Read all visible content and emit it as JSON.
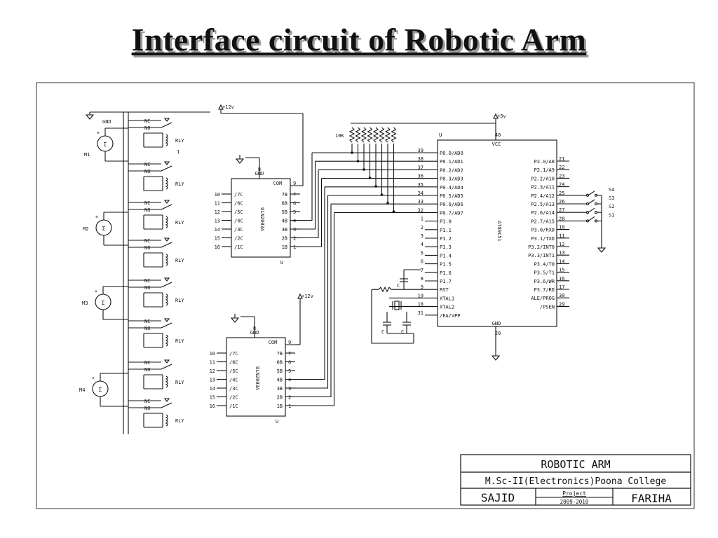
{
  "title": "Interface circuit of Robotic Arm",
  "motors": [
    "M1",
    "M2",
    "M3",
    "M4"
  ],
  "relay": {
    "label": "RLY",
    "nc": "NC",
    "no": "NO",
    "one": "1"
  },
  "gnd": "GND",
  "supplies": {
    "v12": "+12v",
    "v5": "+5v"
  },
  "resistor_pack": "10K",
  "uln": {
    "name": "ULN2003A",
    "gnd": "GND",
    "gnd_pin": "8",
    "com": "COM",
    "com_pin": "9",
    "ref": "U",
    "inputs": [
      {
        "num": "10",
        "name": "/7C"
      },
      {
        "num": "11",
        "name": "/6C"
      },
      {
        "num": "12",
        "name": "/5C"
      },
      {
        "num": "13",
        "name": "/4C"
      },
      {
        "num": "14",
        "name": "/3C"
      },
      {
        "num": "15",
        "name": "/2C"
      },
      {
        "num": "16",
        "name": "/1C"
      }
    ],
    "outputs": [
      {
        "name": "7B",
        "num": "7"
      },
      {
        "name": "6B",
        "num": "6"
      },
      {
        "name": "5B",
        "num": "5"
      },
      {
        "name": "4B",
        "num": "4"
      },
      {
        "name": "3B",
        "num": "3"
      },
      {
        "name": "2B",
        "num": "2"
      },
      {
        "name": "1B",
        "num": "1"
      }
    ]
  },
  "mcu": {
    "name": "AT89C51",
    "ref": "U",
    "vcc": "VCC",
    "vcc_pin": "40",
    "gnd": "GND",
    "gnd_pin": "20",
    "left": [
      {
        "num": "39",
        "name": "P0.0/AD0"
      },
      {
        "num": "38",
        "name": "P0.1/AD1"
      },
      {
        "num": "37",
        "name": "P0.2/AD2"
      },
      {
        "num": "36",
        "name": "P0.3/AD3"
      },
      {
        "num": "35",
        "name": "P0.4/AD4"
      },
      {
        "num": "34",
        "name": "P0.5/AD5"
      },
      {
        "num": "33",
        "name": "P0.6/AD6"
      },
      {
        "num": "32",
        "name": "P0.7/AD7"
      },
      {
        "num": "1",
        "name": "P1.0"
      },
      {
        "num": "2",
        "name": "P1.1"
      },
      {
        "num": "3",
        "name": "P1.2"
      },
      {
        "num": "4",
        "name": "P1.3"
      },
      {
        "num": "5",
        "name": "P1.4"
      },
      {
        "num": "6",
        "name": "P1.5"
      },
      {
        "num": "7",
        "name": "P1.6"
      },
      {
        "num": "8",
        "name": "P1.7"
      },
      {
        "num": "9",
        "name": "RST"
      },
      {
        "num": "19",
        "name": "XTAL1"
      },
      {
        "num": "18",
        "name": "XTAL2"
      },
      {
        "num": "31",
        "name": "/EA/VPP"
      }
    ],
    "right": [
      {
        "name": "P2.0/A8",
        "num": "21"
      },
      {
        "name": "P2.1/A9",
        "num": "22"
      },
      {
        "name": "P2.2/A10",
        "num": "23"
      },
      {
        "name": "P2.3/A11",
        "num": "24"
      },
      {
        "name": "P2.4/A12",
        "num": "25"
      },
      {
        "name": "P2.5/A13",
        "num": "26"
      },
      {
        "name": "P2.6/A14",
        "num": "27"
      },
      {
        "name": "P2.7/A15",
        "num": "28"
      },
      {
        "name": "P3.0/RXD",
        "num": "10"
      },
      {
        "name": "P3.1/TXD",
        "num": "11"
      },
      {
        "name": "P3.2/INT0",
        "num": "12"
      },
      {
        "name": "P3.3/INT1",
        "num": "13"
      },
      {
        "name": "P3.4/T0",
        "num": "14"
      },
      {
        "name": "P3.5/T1",
        "num": "15"
      },
      {
        "name": "P3.6/WR",
        "num": "16"
      },
      {
        "name": "P3.7/RD",
        "num": "17"
      },
      {
        "name": "ALE/PROG",
        "num": "30"
      },
      {
        "name": "/PSEN",
        "num": "29"
      }
    ]
  },
  "capacitor": "C",
  "switches": [
    "S4",
    "S3",
    "S2",
    "S1"
  ],
  "title_block": {
    "project_title": "ROBOTIC ARM",
    "course": "M.Sc-II(Electronics)Poona College",
    "left_name": "SAJID",
    "project_label": "Project",
    "year": "2009-2010",
    "right_name": "FARIHA"
  }
}
